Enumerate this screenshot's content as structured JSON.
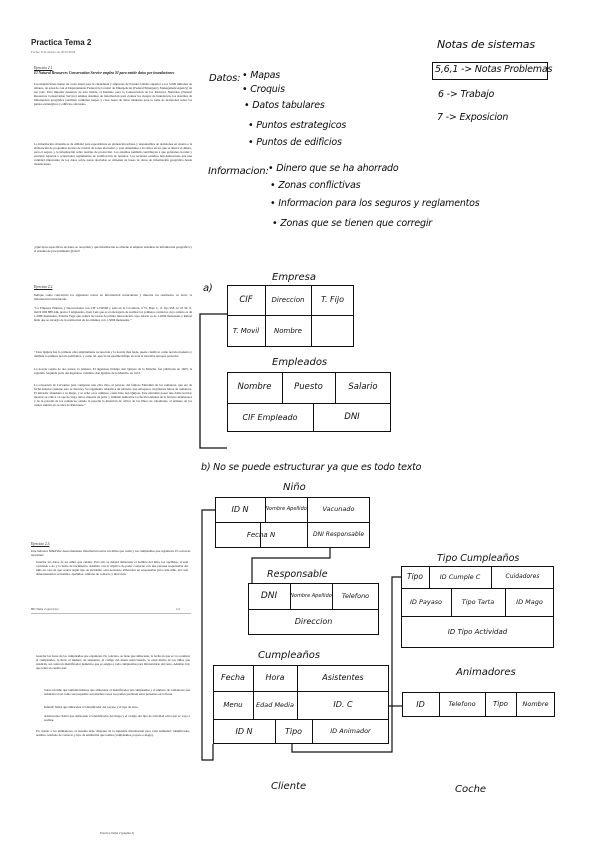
{
  "doc": {
    "title": "Practica Tema 2",
    "meta": "Fecha: 8 de marzo de 2024    2024",
    "ex1_heading": "Ejercicio 2.1",
    "ex1_subheading": "El Natural Resources Conservation Service emplea SI para emitir datos por inundaciones",
    "ex1_p1": "Las inundaciones tienen un coste anual para la ciudadanía y empresas de Estados Unidos superior a los 5.000 millones de dólares, de acuerdo con el Departamento Federal de Control de Emergencias (Federal Emergency Management Agency) de ese país. Para impedir desastres de esta índole, el Instituto para la Conservación de los Recursos Naturales (Natural Resources Conservation Service) emplea sistemas de información para evaluar los riesgos de inundación, los sistemas de información geográfica permiten combinar mapas y crear bases de datos tabulares para la toma de decisiones sobre los puntos estratégicos y edificios afectados.",
    "ex1_p2": "La información obtenida es de utilidad para especialistas en planeación urbana y responsables de decisiones en cuanto a la elaboración de programas locales de control de zonas afectadas, y para determinar a los sitios en los que se ahorra el dinero, para el seguro y la información sobre normas de protección. Los estudios también contribuyen a que gobiernos locales y estatales repartan a actuaciones reglamentos de zonificación de terrenos. Los recientes estudios han demostrado que una cantidad importante de los datos sobre zonas afectadas se obtienen de bases de datos de información geográfica desde instalaciones.",
    "ex1_question": "¿Qué tipos específicos de datos se recopilan y qué información se obtiene al emplear sistemas de información geográfica y el sistema de procesamiento global?",
    "ex2_heading": "Ejercicio 2.2",
    "ex2_intro": "Indique como convertiría los siguientes textos en información estructurada y muestre los resultados, es decir, la información estructurada.",
    "ex2_q1": "“La Empresa Pinturas y Decoraciones con CIF 1234568 y sede en la C/Cabrera, nº72, Bajo C, tf. fijo 958 12 23 32, tf. móvil 669 888 444, presta 3 empleados. Juan Luis que es el encargado de realizar los primeros contactos cuyo salario es de 1.200€ mensuales, Paloma Vega que realiza las tareas de primer intervención cuyo salario es de 1.200€ mensuales y Rafael Ruíz que se encarga de la realización de los mismos con 1.500€ mensuales.”",
    "ex2_q2": "“ Don Quijote fue la primera obra ampliamente reconocida y la novela más leída, puede clasificar como novela moderna y también la primera novela polifónica, y como tal, ejerció un enorme influjo en toda la narrativa europea posterior.",
    "ex2_q3": "La novela consta de dos partes: la primera, El ingenioso hidalgo don Quijote de la Mancha, fue publicada en 1605; la segunda, Segunda parte del ingenioso caballero don Quijote de la Mancha, en 1615.",
    "ex2_q4": "La ocupación de Cervantes para componer una obra vino, al parecer, del famoso Entremés de los romances, que era de fecha anterior (aunque esto se discute). Su argumento relataba a un labrador que enloquece creyéndose héroe de romances. El labrador abandonó a su mujer, y se echó a los caminos, como hizo don Quijote. Este entremés posee una doble lectura: mostrar su crítica a Lope de Vega, autor, muestra de polar y también demostrar la efectiva defensa de la ficción caballeresca y de la parodia de los romances, siendo la parodia la intención de crítica de los libros de caballerías, el primero de los cuales satiriza en su obra de Rinconete.”",
    "ex3_heading": "Ejercicio 2.3",
    "ex3_intro": "Una ludoteca NiñoFeliz desea mantener información sobre los niños que cuida y los cumpleaños que organizan. Es concreto, necesitan:",
    "ex3_b1": "Guardar los datos de los niños que cuidan. Para ello se deberá almacenar el nombre del niño, los apellidos, si está vacunado o no y la fecha de nacimiento. Además, con el objetivo de poder contactar con una persona responsable del niño en caso de que ocurra algún tipo de incidente, será necesario almacenar un responsable para cada niño, del cual almacenaremos su nombre, apellidos, teléfono de contacto y dirección.",
    "footer_left": "BD Tema 2 ejercicios",
    "footer_right": "1/2",
    "ex3_b2": "Guardar los datos de los cumpleaños que organizan. En concreto, se tiene que almacenar, la fecha en que se va a realizar el cumpleaños, la hora, el número de asistentes, el código del menú seleccionado, la edad media de los niños que asistirán, así como un identificador numérico que se asigna a cada cumpleaños para diferenciarlo del resto. Además, hay que tener en cuenta que:",
    "ex3_b2_s1": "Sobre un niño que también hubiese que almacenar el identificador del cumpleaños y el número de cuidadores que asistirán tal así como sus pequeños son muchos casos los padres prefieren estar presentes en la fiesta.",
    "ex3_b2_s2": "Infantil: habrá que almacenar el identificador del payaso y el tipo de tarta.",
    "ex3_b2_s3": "Adolescente: habrá que almacenar el identificador del mago y el código del tipo de actividad extra que se vaya a realizar.",
    "ex3_b3": "En cuanto a los animadores, el sistema debe disponer de la siguiente información para cada animador: identificador, nombre, teléfono de contacto y tipo de animación que realiza (cumpleaños, payaso o mago).",
    "bottom_footer": "Practica Tema 2 (página 2)"
  },
  "notes": {
    "header_title": "Notas de sistemas",
    "list": [
      "5,6,1 -> Notas Problemas",
      "6 -> Trabajo",
      "7 -> Exposicion"
    ],
    "datos_label": "Datos:",
    "datos_items": [
      "• Mapas",
      "• Croquis",
      "• Datos tabulares",
      "• Puntos estrategicos",
      "• Puntos de edificios"
    ],
    "info_label": "Informacion:",
    "info_items": [
      "• Dinero que se ha ahorrado",
      "• Zonas conflictivas",
      "• Informacion para los seguros y reglamentos",
      "• Zonas que se tienen que corregir"
    ]
  },
  "er": {
    "part_a": "a)",
    "empresa_title": "Empresa",
    "empresa_row1": [
      "CIF",
      "Direccion",
      "T. Fijo"
    ],
    "empresa_row2": [
      "T. Movil",
      "Nombre"
    ],
    "empleados_title": "Empleados",
    "empleados_row1": [
      "Nombre",
      "Puesto",
      "Salario"
    ],
    "empleados_row2": [
      "CIF Empleado",
      "DNI"
    ],
    "part_b": "b) No se puede estructurar ya que es todo texto",
    "nino_title": "Niño",
    "nino_row1": [
      "ID N",
      "Nombre Apellido",
      "Vacunado"
    ],
    "nino_row2": [
      "Fecha N",
      "DNI Responsable"
    ],
    "resp_title": "Responsable",
    "resp_row1": [
      "DNI",
      "Nombre Apellido",
      "Telefono"
    ],
    "resp_row2": [
      "Direccion"
    ],
    "tipo_title": "Tipo Cumpleaños",
    "tipo_row1": [
      "Tipo",
      "ID Cumple C",
      "Cuidadores"
    ],
    "tipo_row2": [
      "ID Payaso",
      "Tipo Tarta",
      "ID Mago"
    ],
    "tipo_row3": [
      "ID Tipo Actividad"
    ],
    "cumple_title": "Cumpleaños",
    "cumple_row1": [
      "Fecha",
      "Hora",
      "Asistentes"
    ],
    "cumple_row2": [
      "Menu",
      "Edad Media",
      "ID. C"
    ],
    "cumple_row3": [
      "ID N",
      "Tipo",
      "ID Animador"
    ],
    "anim_title": "Animadores",
    "anim_row": [
      "ID",
      "Telefono",
      "Tipo",
      "Nombre"
    ],
    "label_left": "Cliente",
    "label_right": "Coche"
  }
}
